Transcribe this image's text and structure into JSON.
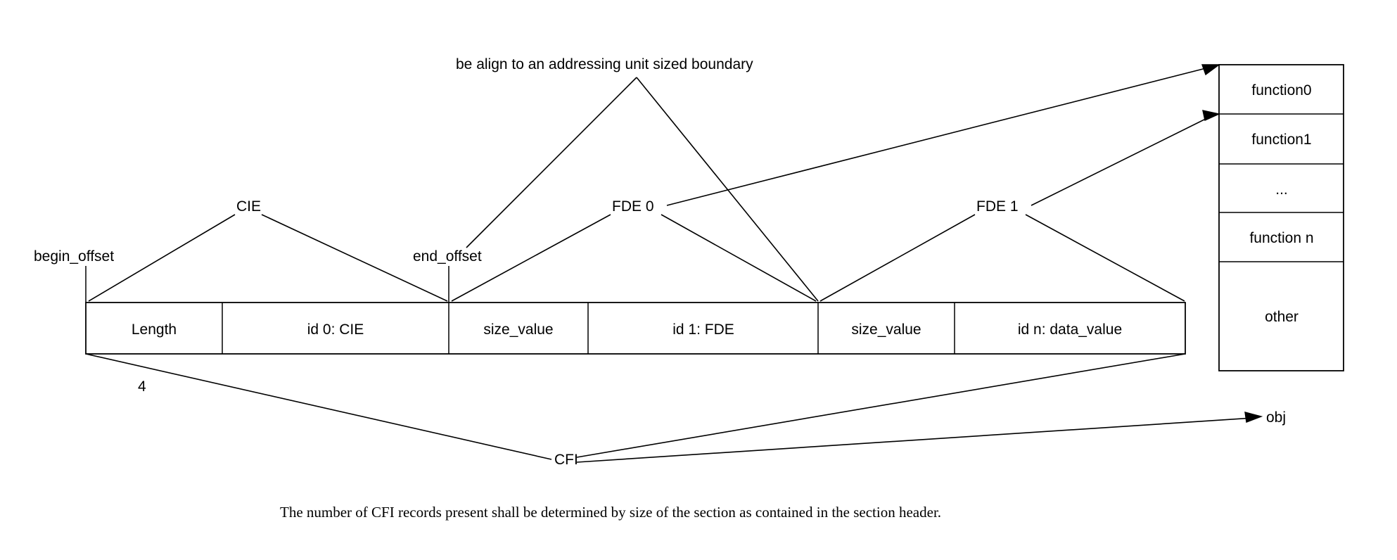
{
  "diagram": {
    "title_note": "be align to an addressing unit sized boundary",
    "caption": "The number of CFI records present shall be determined by size of the section as contained in the section header.",
    "colors": {
      "stroke": "#000000",
      "text": "#000000",
      "background": "#ffffff"
    },
    "annotations": {
      "begin_offset": "begin_offset",
      "end_offset": "end_offset",
      "cie": "CIE",
      "fde0": "FDE 0",
      "fde1": "FDE 1",
      "cfi": "CFI",
      "obj": "obj",
      "length_size": "4"
    },
    "record_bar": {
      "cells": [
        {
          "label": "Length"
        },
        {
          "label": "id 0: CIE"
        },
        {
          "label": "size_value"
        },
        {
          "label": "id 1: FDE"
        },
        {
          "label": "size_value"
        },
        {
          "label": "id n: data_value"
        }
      ]
    },
    "object_table": {
      "rows": [
        {
          "label": "function0"
        },
        {
          "label": "function1"
        },
        {
          "label": "..."
        },
        {
          "label": "function n"
        },
        {
          "label": "other"
        }
      ]
    }
  }
}
